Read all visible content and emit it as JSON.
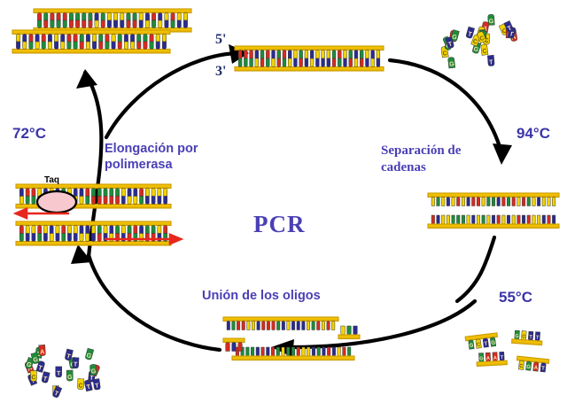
{
  "diagram": {
    "title": "PCR",
    "language": "es",
    "center_label": "PCR",
    "colors": {
      "backbone": "#F2C100",
      "backbone_dark": "#C99A00",
      "base_red": "#D62B1F",
      "base_blue": "#2B2B8F",
      "base_green": "#1E8C3A",
      "base_yellow": "#F2D200",
      "text_purple": "#4A3FB5",
      "temp_purple": "#3B35A8",
      "end_label": "#1C2A6B",
      "arrow_black": "#000000",
      "polymerase_pink": "#F7C9CE",
      "direction_arrow_red": "#E8271C",
      "background": "#FFFFFF"
    },
    "steps": [
      {
        "id": "separacion",
        "label": "Separación de cadenas",
        "label_lines": [
          "Separación de",
          "cadenas"
        ],
        "temperature": "94°C",
        "font": "serif"
      },
      {
        "id": "union",
        "label": "Unión de los oligos",
        "label_lines": [
          "Unión de los oligos"
        ],
        "temperature": "55°C",
        "font": "sans"
      },
      {
        "id": "elongacion",
        "label": "Elongación por polimerasa",
        "label_lines": [
          "Elongación por",
          "polimerasa"
        ],
        "temperature": "72°C",
        "font": "sans"
      }
    ],
    "end_labels": {
      "five_prime": "5'",
      "three_prime": "3'"
    },
    "enzyme_label": "Taq",
    "panels": [
      {
        "id": "template-duplex",
        "name": "double-stranded-dna-template",
        "caption_5": "5'",
        "caption_3": "3'"
      },
      {
        "id": "free-nucleotides",
        "name": "free-nucleotides-pool",
        "count": 24
      },
      {
        "id": "separated-strands",
        "name": "separated-single-strands",
        "count": 2
      },
      {
        "id": "primers-pool",
        "name": "primer-oligos-pool",
        "count": 4
      },
      {
        "id": "annealed-strands",
        "name": "primer-annealed-strands",
        "count": 2
      },
      {
        "id": "dntp-pool",
        "name": "dntp-nucleotide-pool",
        "count": 24
      },
      {
        "id": "extension",
        "name": "polymerase-extension-strands",
        "count": 2
      },
      {
        "id": "products",
        "name": "amplified-dna-products",
        "count": 2
      }
    ],
    "bases": [
      "A",
      "T",
      "G",
      "C"
    ]
  }
}
